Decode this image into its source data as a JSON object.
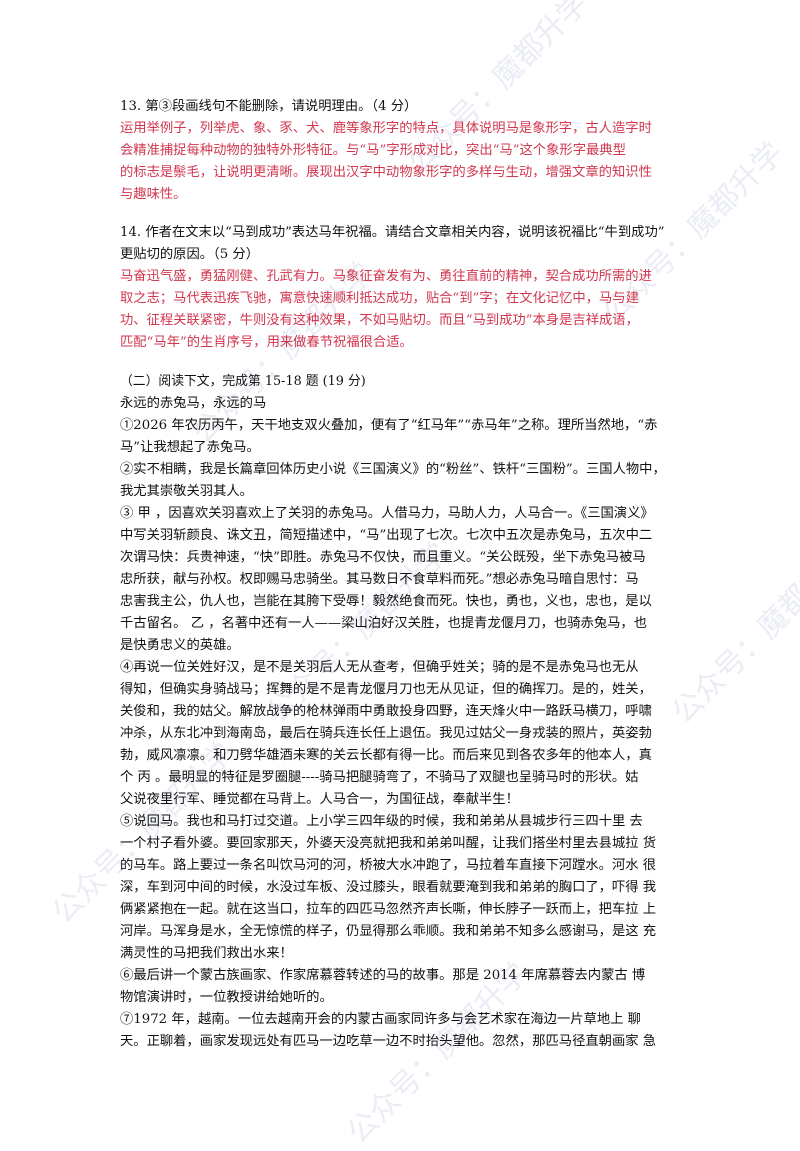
{
  "watermark": "公众号：魔都升学",
  "q13": {
    "question": "13. 第③段画线句不能删除，请说明理由。（4 分）",
    "answer": [
      "运用举例子，列举虎、象、豕、犬、鹿等象形字的特点，具体说明马是象形字，古人造字时",
      "会精准捕捉每种动物的独特外形特征。与“马”字形成对比，突出“马”这个象形字最典型",
      "的标志是鬃毛，让说明更清晰。展现出汉字中动物象形字的多样与生动，增强文章的知识性",
      "与趣味性。"
    ]
  },
  "q14": {
    "question": [
      "14. 作者在文末以“马到成功”表达马年祝福。请结合文章相关内容，说明该祝福比“牛到成功”",
      "更贴切的原因。（5 分）"
    ],
    "answer": [
      "马奋迅气盛，勇猛刚健、孔武有力。马象征奋发有为、勇往直前的精神，契合成功所需的进",
      "取之志；马代表迅疾飞驰，寓意快速顺利抵达成功，贴合“到”字；在文化记忆中，马与建",
      "功、征程关联紧密，牛则没有这种效果，不如马贴切。而且“马到成功”本身是吉祥成语，",
      "匹配“马年”的生肖序号，用来做春节祝福很合适。"
    ]
  },
  "section2": {
    "heading": "（二）阅读下文，完成第 15-18 题 (19 分)",
    "title": "永远的赤兔马，永远的马",
    "lines": [
      "①2026 年农历丙午，天干地支双火叠加，便有了“红马年”“赤马年”之称。理所当然地，“赤",
      "马”让我想起了赤兔马。",
      "②实不相瞒，我是长篇章回体历史小说《三国演义》的“粉丝”、铁杆“三国粉”。三国人物中，",
      "我尤其崇敬关羽其人。",
      "③ 甲 ，因喜欢关羽喜欢上了关羽的赤兔马。人借马力，马助人力，人马合一。《三国演义》",
      "中写关羽斩颜良、诛文丑，简短描述中，“马”出现了七次。七次中五次是赤兔马，五次中二",
      "次谓马快：兵贵神速，“快”即胜。赤兔马不仅快，而且重义。“关公既殁，坐下赤兔马被马",
      "忠所获，献与孙权。权即赐马忠骑坐。其马数日不食草料而死。”想必赤兔马暗自思忖：马",
      "忠害我主公，仇人也，岂能在其胯下受辱！毅然绝食而死。快也，勇也，义也，忠也，是以",
      "千古留名。 乙 ，名著中还有一人——梁山泊好汉关胜，也提青龙偃月刀，也骑赤兔马，也",
      "是快勇忠义的英雄。",
      "④再说一位关姓好汉，是不是关羽后人无从查考，但确乎姓关；骑的是不是赤兔马也无从",
      "得知，但确实身骑战马；挥舞的是不是青龙偃月刀也无从见证，但的确挥刀。是的，姓关，",
      "关俊和，我的姑父。解放战争的枪林弹雨中勇敢投身四野，连天烽火中一路跃马横刀，呼啸",
      "冲杀，从东北冲到海南岛，最后在骑兵连长任上退伍。我见过姑父一身戎装的照片，英姿勃",
      "勃，威风凛凛。和刀劈华雄酒未寒的关云长都有得一比。而后来见到各农多年的他本人，真",
      "个 丙 。最明显的特征是罗圈腿----骑马把腿骑弯了，不骑马了双腿也呈骑马时的形状。姑",
      "父说夜里行军、睡觉都在马背上。人马合一，为国征战，奉献半生！",
      "⑤说回马。我也和马打过交道。上小学三四年级的时候，我和弟弟从县城步行三四十里 去",
      "一个村子看外婆。要回家那天，外婆天没亮就把我和弟弟叫醒，让我们搭坐村里去县城拉 货",
      "的马车。路上要过一条名叫饮马河的河，桥被大水冲跑了，马拉着车直接下河蹚水。河水 很",
      "深，车到河中间的时候，水没过车板、没过膝头，眼看就要淹到我和弟弟的胸口了，吓得 我",
      "俩紧紧抱在一起。就在这当口，拉车的四匹马忽然齐声长嘶，伸长脖子一跃而上，把车拉 上",
      "河岸。马浑身是水，全无惊慌的样子，仍显得那么乖顺。我和弟弟不知多么感谢马，是这 充",
      "满灵性的马把我们救出水来！",
      "⑥最后讲一个蒙古族画家、作家席慕蓉转述的马的故事。那是 2014 年席慕蓉去内蒙古 博",
      "物馆演讲时，一位教授讲给她听的。",
      "⑦1972 年，越南。一位去越南开会的内蒙古画家同许多与会艺术家在海边一片草地上 聊",
      "天。正聊着，画家发现远处有匹马一边吃草一边不时抬头望他。忽然，那匹马径直朝画家 急"
    ]
  }
}
